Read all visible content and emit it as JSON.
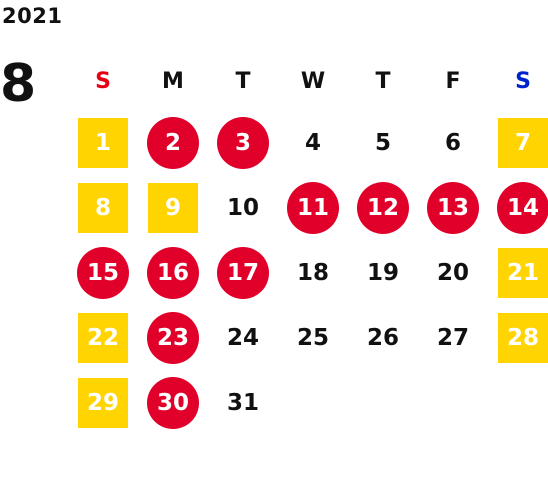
{
  "year": "2021",
  "month": "8",
  "colors": {
    "sunday_header": "#E60012",
    "saturday_header": "#0022CC",
    "weekday_header": "#111111",
    "square_fill": "#FFD400",
    "circle_fill": "#E0002A",
    "text_on_marker": "#ffffff"
  },
  "weekdays": [
    {
      "label": "S",
      "color": "#E60012"
    },
    {
      "label": "M",
      "color": "#111111"
    },
    {
      "label": "T",
      "color": "#111111"
    },
    {
      "label": "W",
      "color": "#111111"
    },
    {
      "label": "T",
      "color": "#111111"
    },
    {
      "label": "F",
      "color": "#111111"
    },
    {
      "label": "S",
      "color": "#0022CC"
    }
  ],
  "weeks": [
    [
      {
        "day": "1",
        "style": "square"
      },
      {
        "day": "2",
        "style": "circle"
      },
      {
        "day": "3",
        "style": "circle"
      },
      {
        "day": "4",
        "style": "plain"
      },
      {
        "day": "5",
        "style": "plain"
      },
      {
        "day": "6",
        "style": "plain"
      },
      {
        "day": "7",
        "style": "square"
      }
    ],
    [
      {
        "day": "8",
        "style": "square"
      },
      {
        "day": "9",
        "style": "square"
      },
      {
        "day": "10",
        "style": "plain"
      },
      {
        "day": "11",
        "style": "circle"
      },
      {
        "day": "12",
        "style": "circle"
      },
      {
        "day": "13",
        "style": "circle"
      },
      {
        "day": "14",
        "style": "circle"
      }
    ],
    [
      {
        "day": "15",
        "style": "circle"
      },
      {
        "day": "16",
        "style": "circle"
      },
      {
        "day": "17",
        "style": "circle"
      },
      {
        "day": "18",
        "style": "plain"
      },
      {
        "day": "19",
        "style": "plain"
      },
      {
        "day": "20",
        "style": "plain"
      },
      {
        "day": "21",
        "style": "square"
      }
    ],
    [
      {
        "day": "22",
        "style": "square"
      },
      {
        "day": "23",
        "style": "circle"
      },
      {
        "day": "24",
        "style": "plain"
      },
      {
        "day": "25",
        "style": "plain"
      },
      {
        "day": "26",
        "style": "plain"
      },
      {
        "day": "27",
        "style": "plain"
      },
      {
        "day": "28",
        "style": "square"
      }
    ],
    [
      {
        "day": "29",
        "style": "square"
      },
      {
        "day": "30",
        "style": "circle"
      },
      {
        "day": "31",
        "style": "plain"
      },
      {
        "day": "",
        "style": "empty"
      },
      {
        "day": "",
        "style": "empty"
      },
      {
        "day": "",
        "style": "empty"
      },
      {
        "day": "",
        "style": "empty"
      }
    ]
  ]
}
